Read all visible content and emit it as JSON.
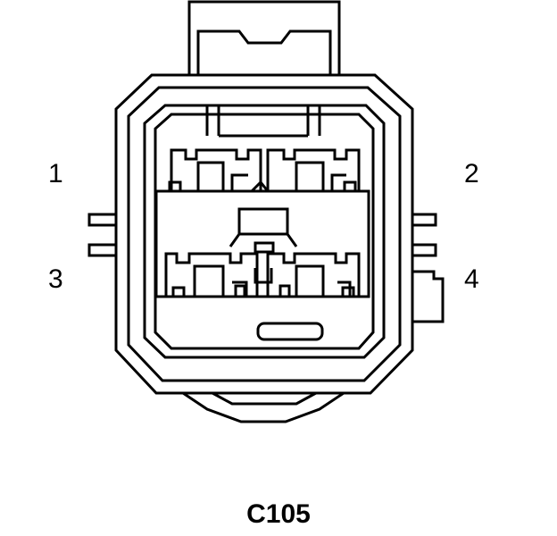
{
  "connector": {
    "id": "C105",
    "stroke_color": "#000000",
    "background_color": "#ffffff"
  },
  "pins": [
    {
      "number": "1"
    },
    {
      "number": "2"
    },
    {
      "number": "3"
    },
    {
      "number": "4"
    }
  ]
}
